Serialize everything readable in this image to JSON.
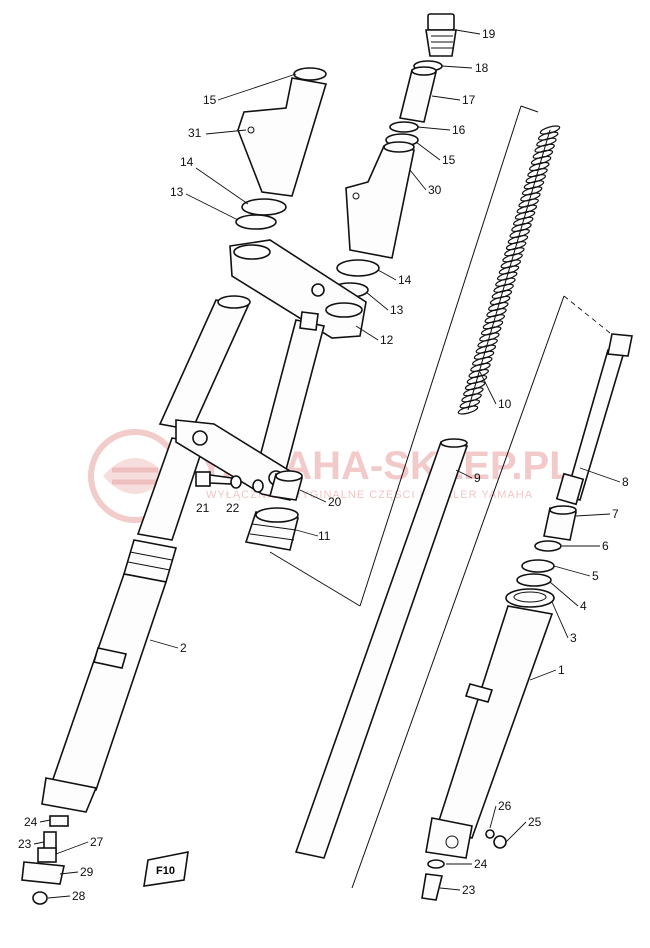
{
  "watermark": {
    "brand": "YAMAHA-SKLEP.PL",
    "tagline": "WYŁĄCZNIE ORYGINALNE CZĘŚCI | DEALER YAMAHA"
  },
  "stamp_text": "F10",
  "labels": [
    {
      "id": "l19",
      "text": "19"
    },
    {
      "id": "l18",
      "text": "18"
    },
    {
      "id": "l17",
      "text": "17"
    },
    {
      "id": "l15a",
      "text": "15"
    },
    {
      "id": "l16",
      "text": "16"
    },
    {
      "id": "l15b",
      "text": "15"
    },
    {
      "id": "l31",
      "text": "31"
    },
    {
      "id": "l30",
      "text": "30"
    },
    {
      "id": "l14a",
      "text": "14"
    },
    {
      "id": "l13a",
      "text": "13"
    },
    {
      "id": "l14b",
      "text": "14"
    },
    {
      "id": "l13b",
      "text": "13"
    },
    {
      "id": "l12",
      "text": "12"
    },
    {
      "id": "l10",
      "text": "10"
    },
    {
      "id": "l9",
      "text": "9"
    },
    {
      "id": "l8",
      "text": "8"
    },
    {
      "id": "l7",
      "text": "7"
    },
    {
      "id": "l6",
      "text": "6"
    },
    {
      "id": "l5",
      "text": "5"
    },
    {
      "id": "l4",
      "text": "4"
    },
    {
      "id": "l3",
      "text": "3"
    },
    {
      "id": "l1",
      "text": "1"
    },
    {
      "id": "l2",
      "text": "2"
    },
    {
      "id": "l20",
      "text": "20"
    },
    {
      "id": "l21",
      "text": "21"
    },
    {
      "id": "l22",
      "text": "22"
    },
    {
      "id": "l11",
      "text": "11"
    },
    {
      "id": "l24a",
      "text": "24"
    },
    {
      "id": "l23a",
      "text": "23"
    },
    {
      "id": "l27",
      "text": "27"
    },
    {
      "id": "l29",
      "text": "29"
    },
    {
      "id": "l28",
      "text": "28"
    },
    {
      "id": "l26",
      "text": "26"
    },
    {
      "id": "l25",
      "text": "25"
    },
    {
      "id": "l24b",
      "text": "24"
    },
    {
      "id": "l23b",
      "text": "23"
    }
  ]
}
